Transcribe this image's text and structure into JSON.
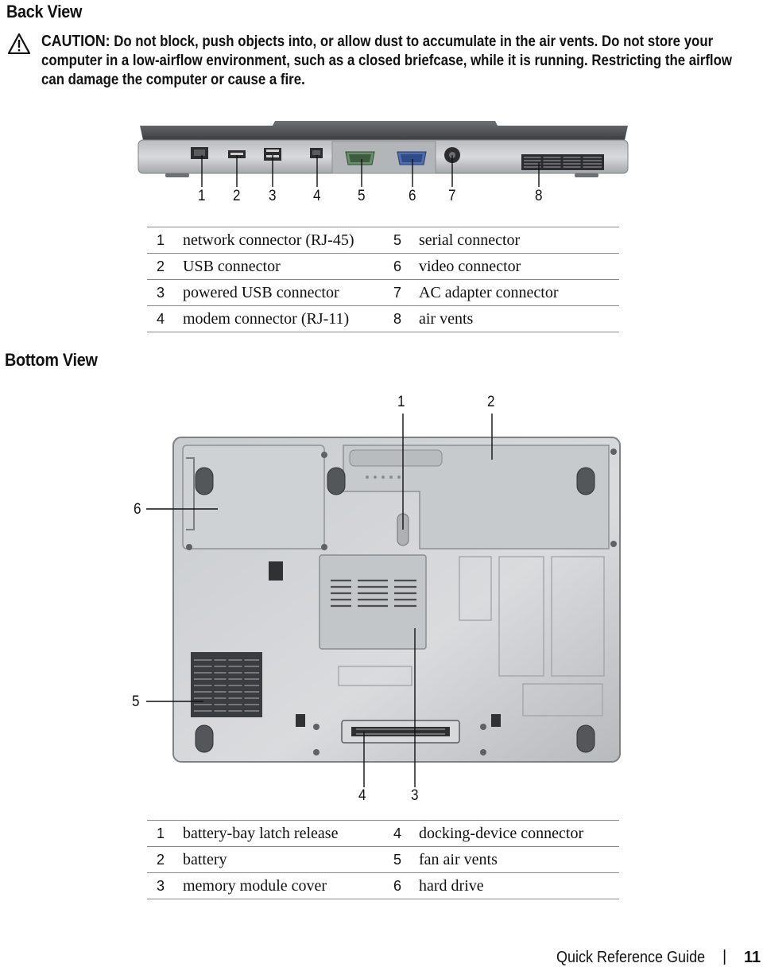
{
  "back_view": {
    "title": "Back View",
    "caution_label": "CAUTION:",
    "caution_text": "Do not block, push objects into, or allow dust to accumulate in the air vents. Do not store your computer in a low-airflow environment, such as a closed briefcase, while it is running. Restricting the airflow can damage the computer or cause a fire.",
    "callouts": [
      "1",
      "2",
      "3",
      "4",
      "5",
      "6",
      "7",
      "8"
    ],
    "legend": [
      {
        "n1": "1",
        "l1": "network connector (RJ-45)",
        "n2": "5",
        "l2": "serial connector"
      },
      {
        "n1": "2",
        "l1": "USB connector",
        "n2": "6",
        "l2": "video connector"
      },
      {
        "n1": "3",
        "l1": "powered USB connector",
        "n2": "7",
        "l2": "AC adapter connector"
      },
      {
        "n1": "4",
        "l1": "modem connector (RJ-11)",
        "n2": "8",
        "l2": "air vents"
      }
    ]
  },
  "bottom_view": {
    "title": "Bottom View",
    "callouts": [
      "1",
      "2",
      "3",
      "4",
      "5",
      "6"
    ],
    "legend": [
      {
        "n1": "1",
        "l1": "battery-bay latch release",
        "n2": "4",
        "l2": "docking-device connector"
      },
      {
        "n1": "2",
        "l1": "battery",
        "n2": "5",
        "l2": "fan air vents"
      },
      {
        "n1": "3",
        "l1": "memory module cover",
        "n2": "6",
        "l2": "hard drive"
      }
    ]
  },
  "footer": {
    "guide": "Quick Reference Guide",
    "separator": "|",
    "page": "11"
  }
}
